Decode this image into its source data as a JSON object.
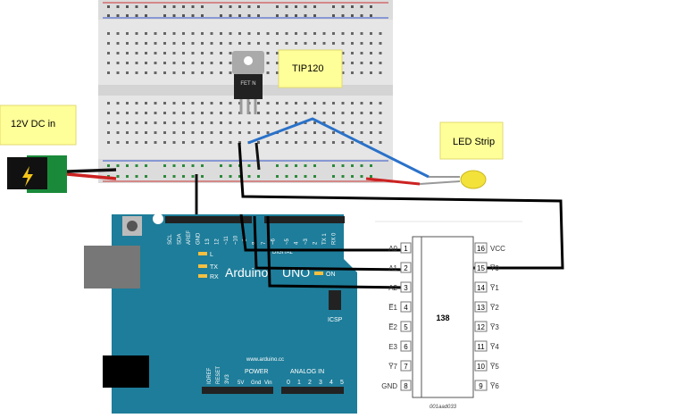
{
  "notes": {
    "power": "12V DC in",
    "transistor": "TIP120",
    "led": "LED Strip"
  },
  "transistor_marking": "FET N",
  "arduino": {
    "brand": "Arduino",
    "model": "UNO",
    "on_label": "ON",
    "url": "www.arduino.cc",
    "icsp": "ICSP",
    "digital": "DIGITAL",
    "power": "POWER",
    "analog_in": "ANALOG IN",
    "led_labels": [
      "L",
      "TX",
      "RX"
    ],
    "top_header_labels": [
      "SCL",
      "SDA",
      "AREF",
      "GND",
      "13",
      "12",
      "~11",
      "~10",
      "~9",
      "8",
      "7",
      "~6",
      "~5",
      "4",
      "~3",
      "2",
      "TX 1",
      "RX 0"
    ],
    "power_pins": [
      "IOREF",
      "RESET",
      "3V3",
      "5V",
      "Gnd",
      "Vin"
    ],
    "analog_pins": [
      "0",
      "1",
      "2",
      "3",
      "4",
      "5"
    ]
  },
  "ic": {
    "name": "138",
    "caption": "001aad033",
    "left_pins": [
      {
        "num": "1",
        "label": "A0"
      },
      {
        "num": "2",
        "label": "A1"
      },
      {
        "num": "3",
        "label": "A2"
      },
      {
        "num": "4",
        "label": "E̅1"
      },
      {
        "num": "5",
        "label": "E̅2"
      },
      {
        "num": "6",
        "label": "E3"
      },
      {
        "num": "7",
        "label": "Y̅7"
      },
      {
        "num": "8",
        "label": "GND"
      }
    ],
    "right_pins": [
      {
        "num": "16",
        "label": "VCC"
      },
      {
        "num": "15",
        "label": "Y̅0"
      },
      {
        "num": "14",
        "label": "Y̅1"
      },
      {
        "num": "13",
        "label": "Y̅2"
      },
      {
        "num": "12",
        "label": "Y̅3"
      },
      {
        "num": "11",
        "label": "Y̅4"
      },
      {
        "num": "10",
        "label": "Y̅5"
      },
      {
        "num": "9",
        "label": "Y̅6"
      }
    ]
  },
  "colors": {
    "board": "#1e7d9a",
    "note": "#ffff99",
    "wire_blue": "#2a72c9",
    "wire_red": "#cc2222",
    "wire_black": "#000000",
    "breadboard": "#e6e6e6"
  }
}
